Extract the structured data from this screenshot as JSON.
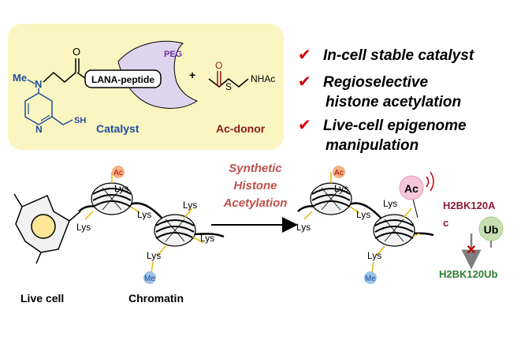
{
  "catalyst_panel": {
    "methyl_label": "Me",
    "n_label": "N",
    "carbonyl_label": "O",
    "peptide_label": "LANA-peptide",
    "peg_label": "PEG",
    "pyridine_n_label": "N",
    "thiol_label": "SH",
    "catalyst_label": "Catalyst",
    "plus_label": "+",
    "donor_o_label": "O",
    "donor_s_label": "S",
    "donor_nhac_label": "NHAc",
    "donor_label": "Ac-donor"
  },
  "features": [
    {
      "check": "✔",
      "lines": [
        "In-cell stable catalyst"
      ]
    },
    {
      "check": "✔",
      "lines": [
        "Regioselective",
        "histone acetylation"
      ]
    },
    {
      "check": "✔",
      "lines": [
        "Live-cell epigenome",
        "manipulation"
      ]
    }
  ],
  "process": {
    "live_cell_label": "Live cell",
    "chromatin_label": "Chromatin",
    "arrow_lines": [
      "Synthetic",
      "Histone",
      "Acetylation"
    ],
    "ac_label": "Ac",
    "me_label": "Me",
    "lys_label": "Lys",
    "big_ac_label": "Ac",
    "h2b_ac_lines": [
      "H2BK120A",
      "c"
    ],
    "ub_label": "Ub",
    "block_mark": "✕",
    "h2b_ub_label": "H2BK120Ub"
  },
  "colors": {
    "panel_bg": "#fbf5c2",
    "check_red": "#cc0000",
    "catalyst_blue": "#1f4e9b",
    "donor_red": "#8b1a1a",
    "peg_fill": "#ddd4ee",
    "peg_text": "#7030a0",
    "arrow_text": "#c0504d",
    "ac_orange": "#f4b183",
    "me_blue": "#9dc3e6",
    "ac_pink": "#f4c7d9",
    "ub_green": "#c6e0b4",
    "h2b_ac_color": "#8b1a3a",
    "h2b_ub_color": "#2e7d32"
  }
}
